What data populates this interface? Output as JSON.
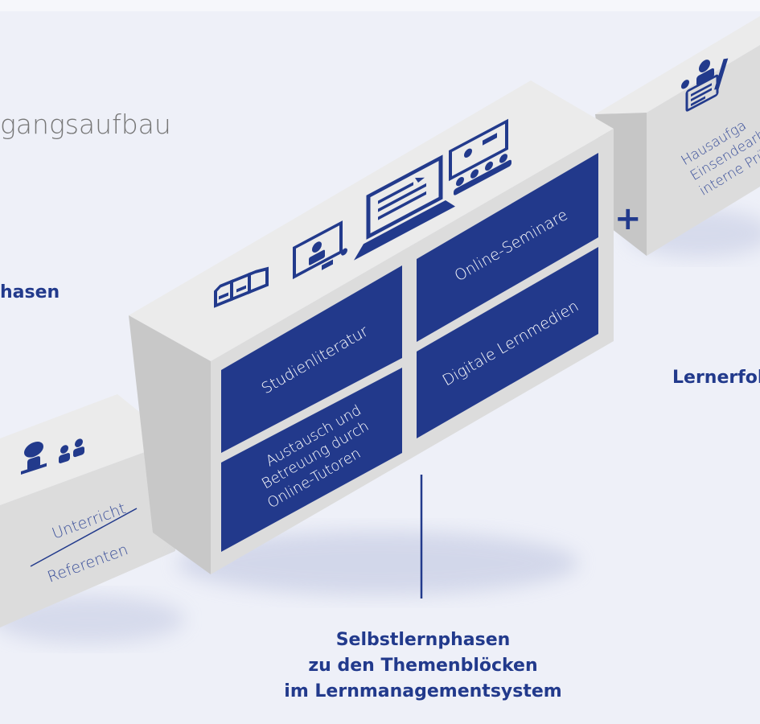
{
  "heading": {
    "title": "gangsaufbau"
  },
  "labels": {
    "left": "hasen",
    "right": "Lernerfol",
    "bottom": [
      "Selbstlernphasen",
      "zu den Themenblöcken",
      "im Lernmanagementsystem"
    ]
  },
  "left_block": {
    "line1": "Unterricht",
    "line2": "Referenten",
    "icon": "classroom-icon"
  },
  "center_block": {
    "panels": {
      "studienliteratur": "Studienliteratur",
      "online_seminare": "Online-Seminare",
      "austausch": [
        "Austausch und",
        "Betreuung durch",
        "Online-Tutoren"
      ],
      "digitale": "Digitale Lernmedien"
    },
    "icons": [
      "books-icon",
      "presentation-icon",
      "laptop-icon",
      "webinar-icon"
    ]
  },
  "right_block": {
    "lines": [
      "Hausaufga",
      "Einsendearb",
      "interne Prü"
    ],
    "icon": "homework-icon"
  },
  "plus_symbol": "+",
  "colors": {
    "navy": "#223a8c",
    "box_front": "#dcdcdc",
    "box_top": "#ebebeb",
    "box_side": "#c9c9c9",
    "background": "#eef0f8"
  }
}
